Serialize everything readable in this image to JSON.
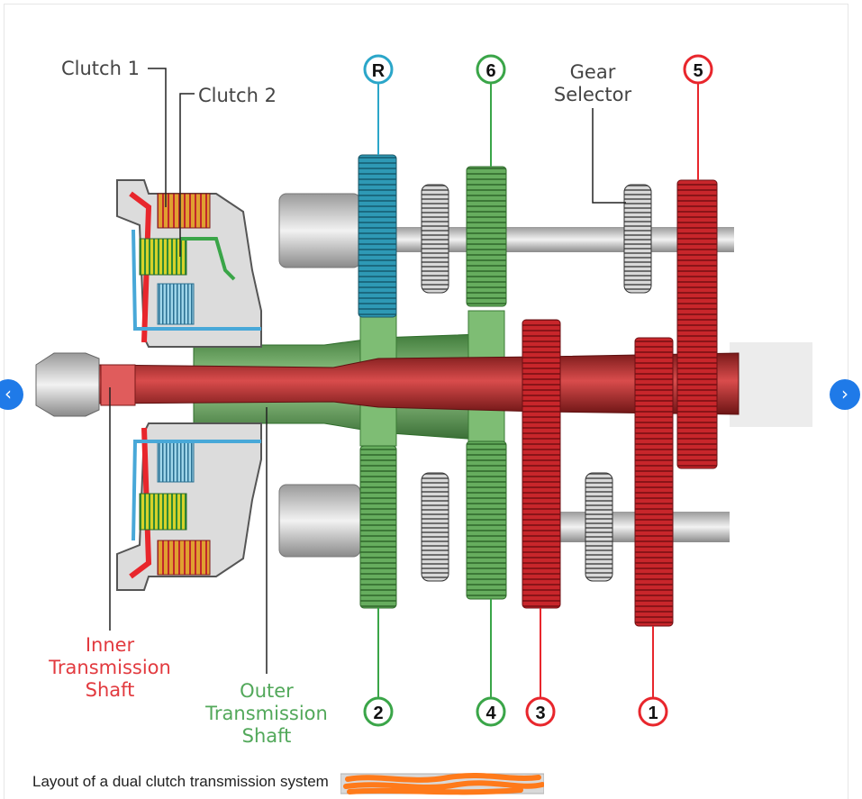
{
  "nav": {
    "prev_icon": "‹",
    "next_icon": "›"
  },
  "labels": {
    "clutch1": "Clutch 1",
    "clutch2": "Clutch 2",
    "gear_selector_line1": "Gear",
    "gear_selector_line2": "Selector",
    "inner_line1": "Inner",
    "inner_line2": "Transmission",
    "inner_line3": "Shaft",
    "outer_line1": "Outer",
    "outer_line2": "Transmission",
    "outer_line3": "Shaft"
  },
  "gears": {
    "reverse": "R",
    "g1": "1",
    "g2": "2",
    "g3": "3",
    "g4": "4",
    "g5": "5",
    "g6": "6"
  },
  "caption": "Layout of a dual clutch transmission system",
  "colors": {
    "red": "#e8262c",
    "green": "#3aa548",
    "blue": "#2ba6c9",
    "dark_red": "#b8272b",
    "gear_green": "#5fa85a",
    "teal": "#2a8fa8"
  }
}
